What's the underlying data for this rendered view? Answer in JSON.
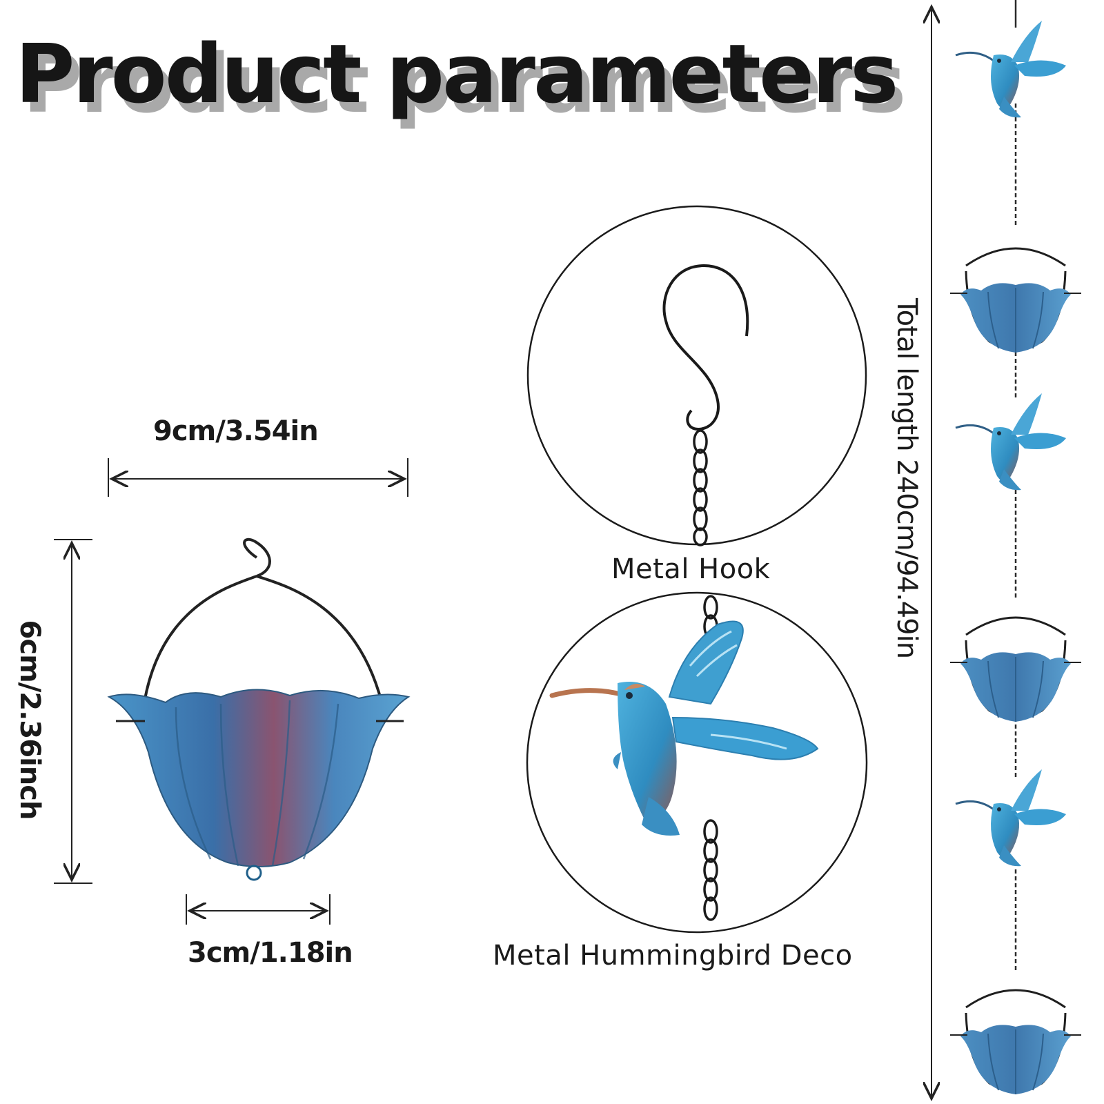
{
  "title": "Product parameters",
  "dimensions": {
    "top_width": "9cm/3.54in",
    "height": "6cm/2.36inch",
    "bottom_width": "3cm/1.18in",
    "total_length": "Total length  240cm/94.49in"
  },
  "parts": [
    {
      "caption": "Metal Hook",
      "icon": "metal-hook-icon"
    },
    {
      "caption": "Metal Hummingbird Deco",
      "icon": "hummingbird-icon"
    }
  ],
  "colors": {
    "text": "#161616",
    "title_shadow": "#a9a9a9",
    "cup_blue": "#3f82b8",
    "bird_blue": "#3f9fd0",
    "copper": "#b8744f",
    "wire": "#2a2a2a"
  }
}
